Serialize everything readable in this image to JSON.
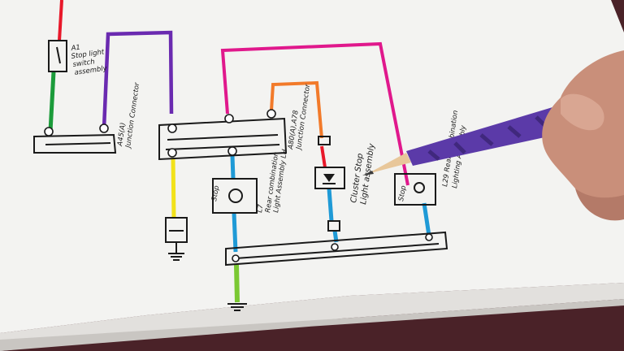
{
  "labels": {
    "a1_line1": "A1",
    "a1_line2": "Stop light",
    "a1_line3": "switch",
    "a1_line4": "assembly",
    "a45_line1": "A45(A)",
    "a45_line2": "Junction Connector",
    "l7_line1": "L7",
    "l7_line2": "Rear combination",
    "l7_line3": "Light Assembly LH",
    "a78_line1": "A80(A),A78",
    "a78_line2": "Junction Connector",
    "cluster_line1": "Cluster Stop",
    "cluster_line2": "Light assembly",
    "l29_line1": "L29 Rear Combination",
    "l29_line2": "Lighting Assembly",
    "stop_left": "Stop",
    "stop_right": "Stop"
  },
  "colors": {
    "red_wire": "#e8182a",
    "green_wire": "#1b9b3a",
    "purple_wire": "#6a2ab0",
    "magenta_wire": "#e0188c",
    "orange_wire": "#f27a2a",
    "blue_wire": "#1f9ad6",
    "yellow_wire": "#f2e21a",
    "lime_wire": "#7ac832",
    "paper": "#f4f4f2",
    "ink": "#1a1a1a",
    "table": "#7a2a34"
  }
}
